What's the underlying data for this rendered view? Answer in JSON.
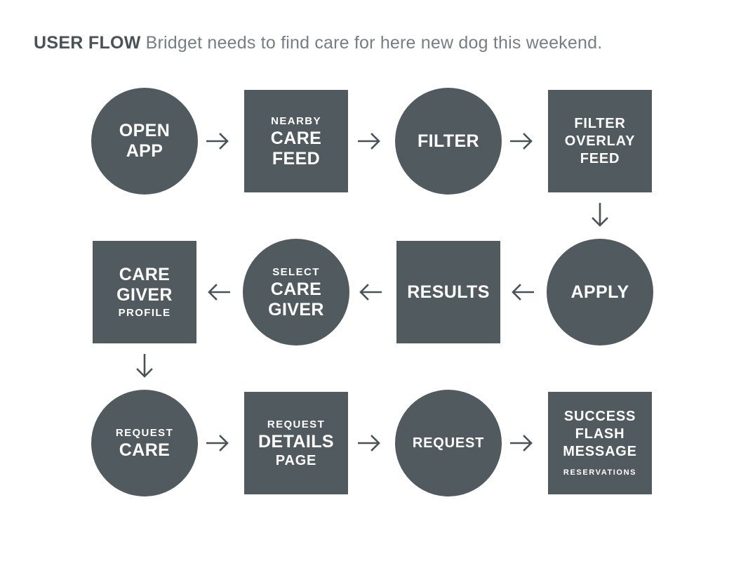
{
  "header": {
    "title_strong": "USER FLOW",
    "title_sub": "Bridget needs to find care for here new dog this weekend."
  },
  "colors": {
    "background": "#ffffff",
    "node_fill": "#515a5f",
    "node_text": "#ffffff",
    "title_strong": "#4a5257",
    "title_sub": "#777e83",
    "arrow": "#4a5257"
  },
  "flow": {
    "rows": [
      {
        "direction": "left-to-right",
        "nodes": [
          {
            "shape": "circle",
            "lines": [
              {
                "text": "OPEN",
                "size": "lg"
              },
              {
                "text": "APP",
                "size": "lg"
              }
            ]
          },
          {
            "shape": "square",
            "lines": [
              {
                "text": "NEARBY",
                "size": "sm"
              },
              {
                "text": "CARE",
                "size": "lg"
              },
              {
                "text": "FEED",
                "size": "lg"
              }
            ]
          },
          {
            "shape": "circle",
            "lines": [
              {
                "text": "FILTER",
                "size": "lg"
              }
            ]
          },
          {
            "shape": "square",
            "lines": [
              {
                "text": "FILTER",
                "size": "md"
              },
              {
                "text": "OVERLAY",
                "size": "md"
              },
              {
                "text": "FEED",
                "size": "md"
              }
            ]
          }
        ],
        "arrows": [
          {
            "name": "arrow-open-app-to-nearby-care-feed",
            "glyph": "arrow-right-icon"
          },
          {
            "name": "arrow-nearby-care-feed-to-filter",
            "glyph": "arrow-right-icon"
          },
          {
            "name": "arrow-filter-to-filter-overlay-feed",
            "glyph": "arrow-right-icon"
          }
        ]
      },
      {
        "direction": "right-to-left",
        "nodes": [
          {
            "shape": "square",
            "lines": [
              {
                "text": "CARE",
                "size": "lg"
              },
              {
                "text": "GIVER",
                "size": "lg"
              },
              {
                "text": "PROFILE",
                "size": "sm"
              }
            ]
          },
          {
            "shape": "circle",
            "lines": [
              {
                "text": "SELECT",
                "size": "sm"
              },
              {
                "text": "CARE",
                "size": "lg"
              },
              {
                "text": "GIVER",
                "size": "lg"
              }
            ]
          },
          {
            "shape": "square",
            "lines": [
              {
                "text": "RESULTS",
                "size": "lg"
              }
            ]
          },
          {
            "shape": "circle",
            "lines": [
              {
                "text": "APPLY",
                "size": "lg"
              }
            ]
          }
        ],
        "arrows": [
          {
            "name": "arrow-select-care-giver-to-care-giver-profile",
            "glyph": "arrow-left-icon"
          },
          {
            "name": "arrow-results-to-select-care-giver",
            "glyph": "arrow-left-icon"
          },
          {
            "name": "arrow-apply-to-results",
            "glyph": "arrow-left-icon"
          }
        ]
      },
      {
        "direction": "left-to-right",
        "nodes": [
          {
            "shape": "circle",
            "lines": [
              {
                "text": "REQUEST",
                "size": "sm"
              },
              {
                "text": "CARE",
                "size": "lg"
              }
            ]
          },
          {
            "shape": "square",
            "lines": [
              {
                "text": "REQUEST",
                "size": "sm"
              },
              {
                "text": "DETAILS",
                "size": "lg"
              },
              {
                "text": "PAGE",
                "size": "md"
              }
            ]
          },
          {
            "shape": "circle",
            "lines": [
              {
                "text": "REQUEST",
                "size": "md"
              }
            ]
          },
          {
            "shape": "square",
            "lines": [
              {
                "text": "SUCCESS",
                "size": "md"
              },
              {
                "text": "FLASH",
                "size": "md"
              },
              {
                "text": "MESSAGE",
                "size": "md"
              },
              {
                "text": "RESERVATIONS",
                "size": "xs"
              }
            ]
          }
        ],
        "arrows": [
          {
            "name": "arrow-request-care-to-request-details-page",
            "glyph": "arrow-right-icon"
          },
          {
            "name": "arrow-request-details-page-to-request",
            "glyph": "arrow-right-icon"
          },
          {
            "name": "arrow-request-to-success-flash-message",
            "glyph": "arrow-right-icon"
          }
        ]
      }
    ],
    "vertical_arrows": [
      {
        "name": "arrow-filter-overlay-feed-to-apply",
        "glyph": "arrow-down-icon",
        "column": 3,
        "after_row": 0
      },
      {
        "name": "arrow-care-giver-profile-to-request-care",
        "glyph": "arrow-down-icon",
        "column": 0,
        "after_row": 1
      }
    ]
  }
}
